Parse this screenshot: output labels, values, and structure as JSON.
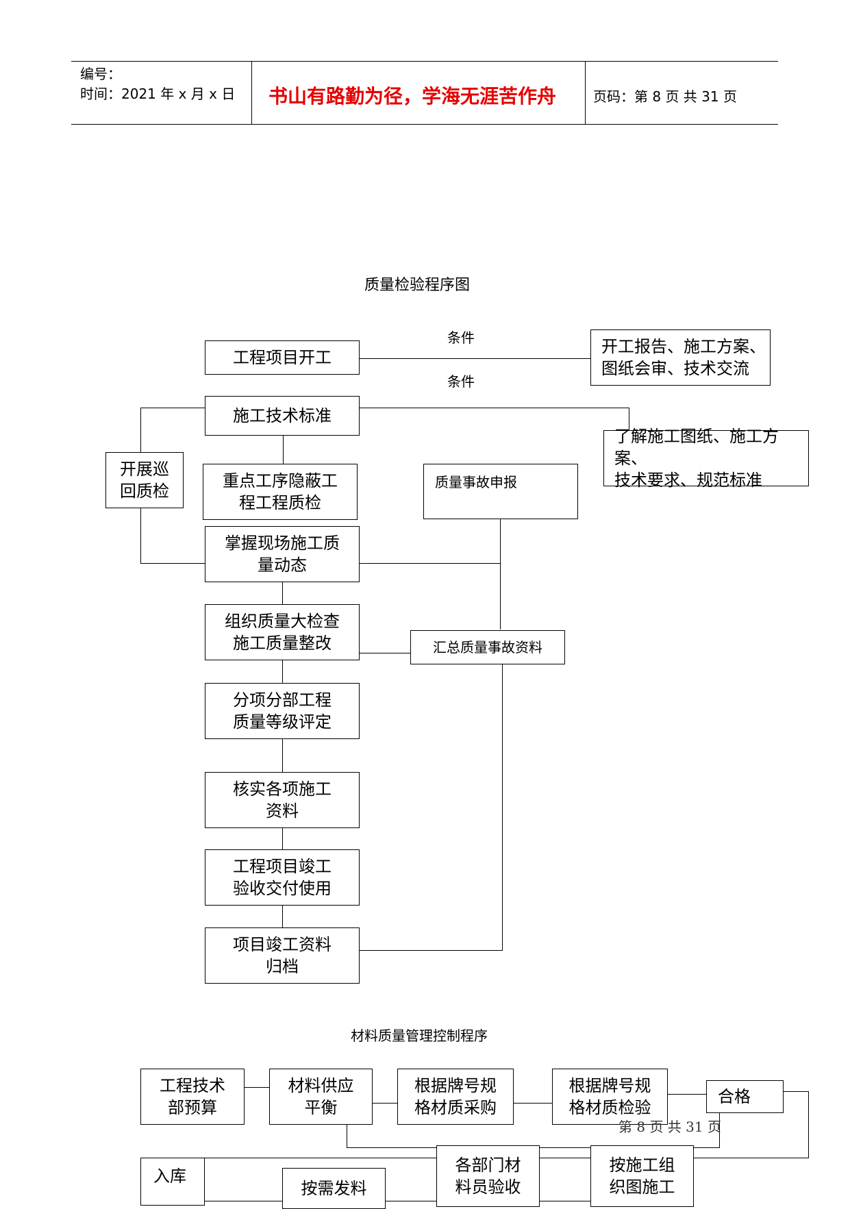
{
  "header": {
    "serial_label": "编号：",
    "time_text": "时间：2021 年 x 月 x 日",
    "motto": "书山有路勤为径，学海无涯苦作舟",
    "page_label": "页码：第 8 页  共 31 页"
  },
  "chart1": {
    "title": "质量检验程序图",
    "condition_label_1": "条件",
    "condition_label_2": "条件",
    "steps": [
      "工程项目开工",
      "施工技术标准",
      "重点工序隐蔽工\n程工程质检",
      "掌握现场施工质\n量动态",
      "组织质量大检查\n施工质量整改",
      "分项分部工程\n质量等级评定",
      "核实各项施工\n资料",
      "工程项目竣工\n验收交付使用",
      "项目竣工资料\n归档"
    ],
    "start_conditions": "开工报告、施工方案、\n图纸会审、技术交流",
    "standard_conditions": "了解施工图纸、施工方案、\n技术要求、规范标准",
    "patrol": "开展巡\n回质检",
    "accident_report": "质量事故申报",
    "accident_summary": "汇总质量事故资料"
  },
  "chart2": {
    "title": "材料质量管理控制程序",
    "budget": "工程技术\n部预算",
    "supply_balance": "材料供应\n平衡",
    "purchase": "根据牌号规\n格材质采购",
    "inspect": "根据牌号规\n格材质检验",
    "qualified": "合格",
    "storage": "入库",
    "dispense": "按需发料",
    "dept_accept": "各部门材\n料员验收",
    "construct": "按施工组\n织图施工",
    "footer_overlap": "第  8  页  共  31  页"
  }
}
